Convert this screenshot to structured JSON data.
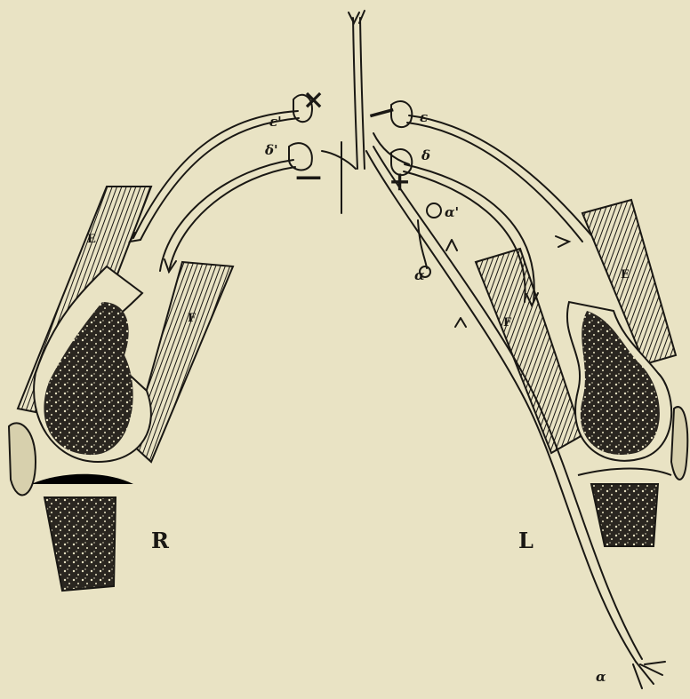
{
  "labels": {
    "side_right": "R",
    "side_left": "L",
    "extensor_right": "E",
    "flexor_right": "F",
    "extensor_left": "E",
    "flexor_left": "F",
    "epsilon_prime": "ε'",
    "delta_prime": "δ'",
    "epsilon": "ε",
    "delta": "δ",
    "alpha_prime": "α'",
    "alpha_ganglion": "α",
    "alpha_terminal": "α",
    "excite_right": "×",
    "inhibit_right": "—",
    "excite_left": "+",
    "inhibit_left": "—"
  },
  "colors": {
    "paper": "#e9e3c4",
    "ink": "#1a1814"
  }
}
